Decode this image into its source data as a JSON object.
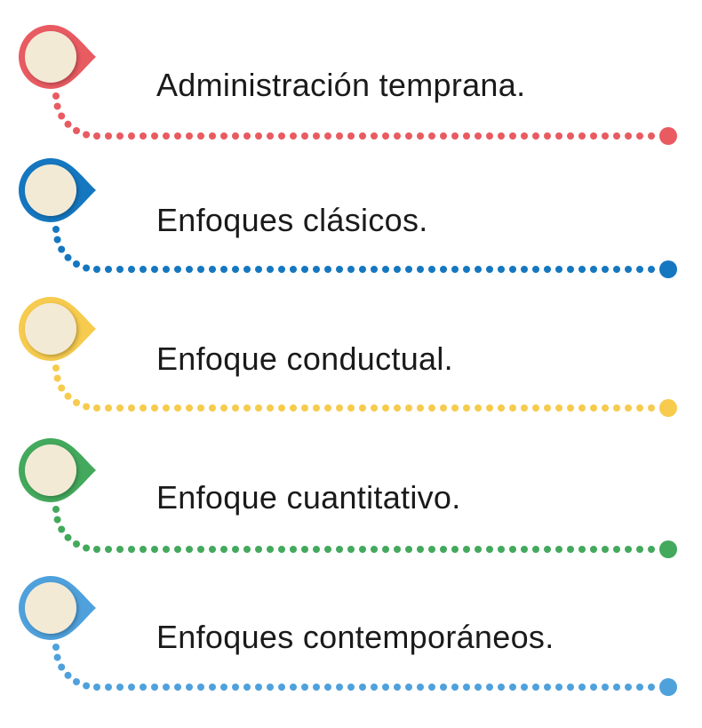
{
  "items": [
    {
      "label": "Administración temprana.",
      "color": "#E85B61"
    },
    {
      "label": "Enfoques clásicos.",
      "color": "#1577C0"
    },
    {
      "label": "Enfoque conductual.",
      "color": "#F6CB4E"
    },
    {
      "label": "Enfoque cuantitativo.",
      "color": "#43A95C"
    },
    {
      "label": "Enfoques contemporáneos.",
      "color": "#4FA1DC"
    }
  ],
  "inner_circle_color": "#F3EAD6"
}
